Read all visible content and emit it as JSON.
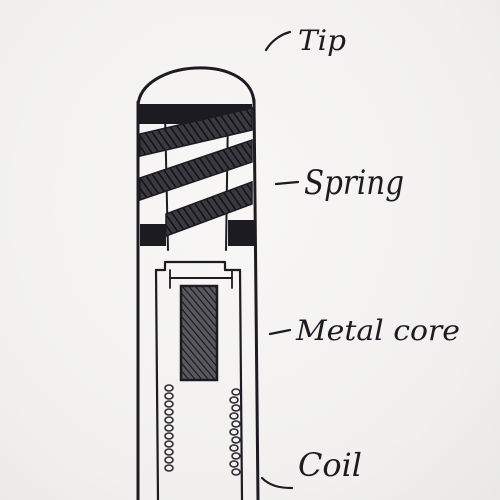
{
  "diagram": {
    "labels": {
      "tip": "Tip",
      "spring": "Spring",
      "core": "Metal core",
      "coil": "Coil"
    },
    "colors": {
      "ink": "#1c1b22",
      "paper": "#f4f3f1"
    }
  }
}
